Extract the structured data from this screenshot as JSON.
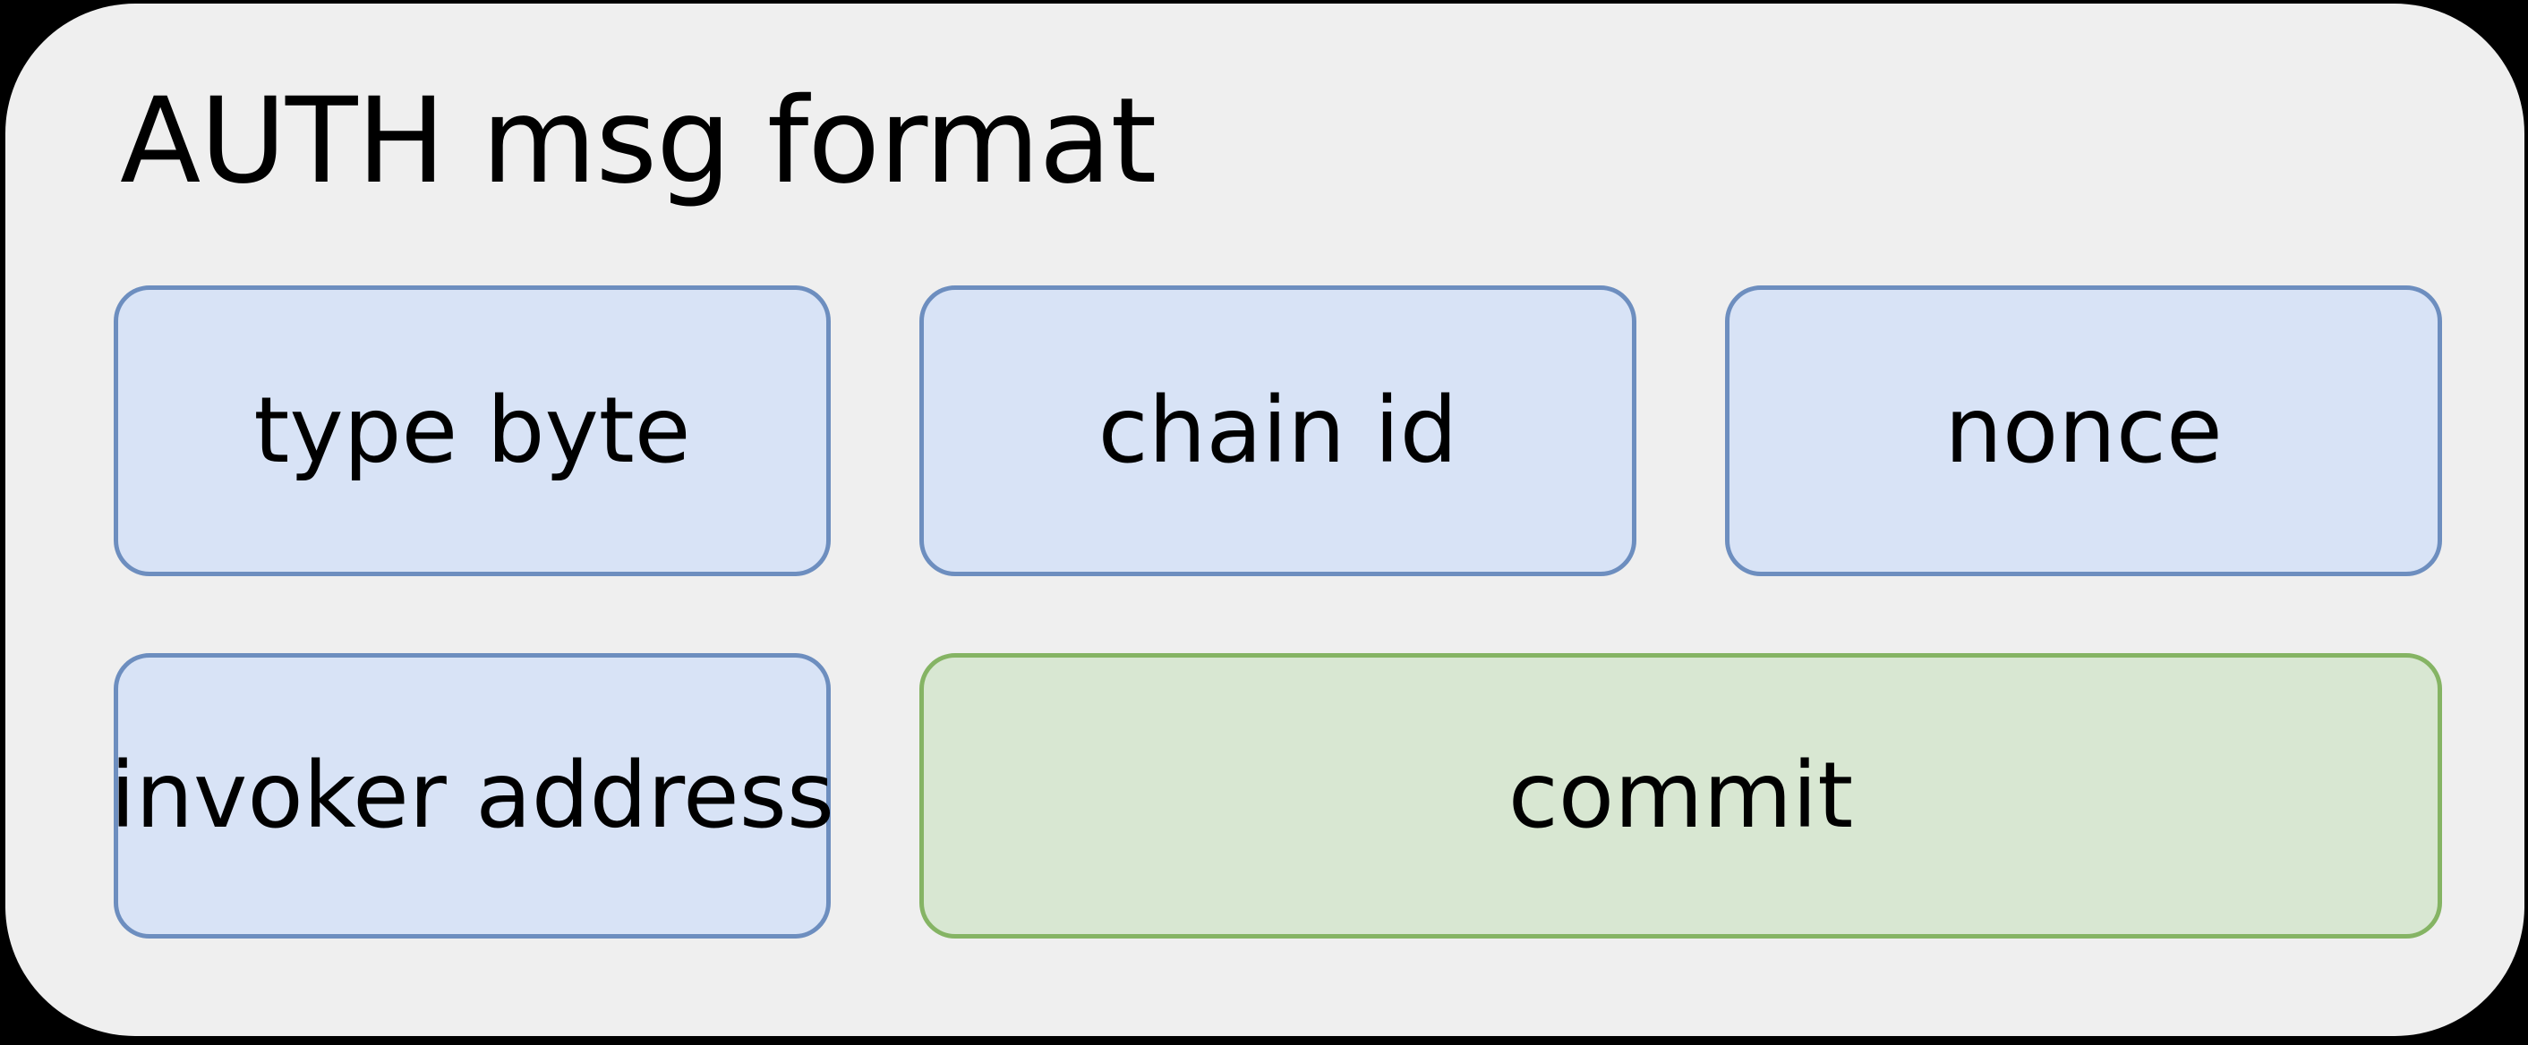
{
  "diagram": {
    "title": "AUTH msg format",
    "type": "block-diagram",
    "description_visible_only": "message format fields grid"
  },
  "fields": [
    {
      "id": "type-byte",
      "label": "type byte",
      "variant": "blue",
      "row": 1
    },
    {
      "id": "chain-id",
      "label": "chain id",
      "variant": "blue",
      "row": 1
    },
    {
      "id": "nonce",
      "label": "nonce",
      "variant": "blue",
      "row": 1
    },
    {
      "id": "invoker-address",
      "label": "invoker address",
      "variant": "blue",
      "row": 2
    },
    {
      "id": "commit",
      "label": "commit",
      "variant": "green",
      "row": 2
    }
  ],
  "colors": {
    "page_background": "#000000",
    "panel_background": "#efefef",
    "text": "#000000",
    "blue": {
      "fill": "#d8e3f6",
      "border": "#6d8ebf"
    },
    "green": {
      "fill": "#d8e7d2",
      "border": "#85b464"
    }
  }
}
